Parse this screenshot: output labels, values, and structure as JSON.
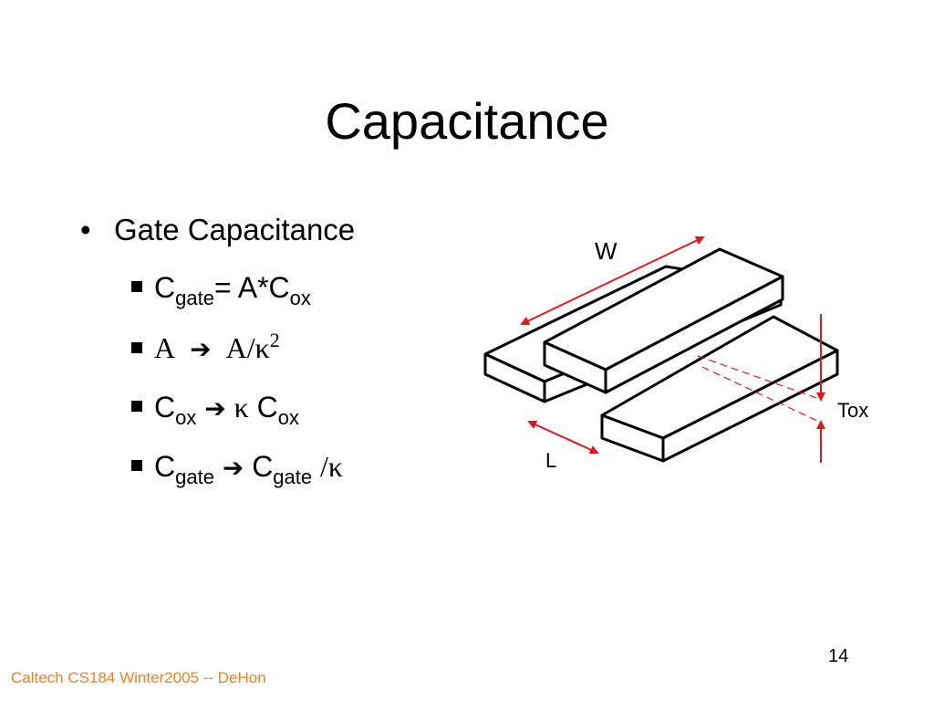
{
  "slide": {
    "title": "Capacitance",
    "bullet": "Gate Capacitance",
    "sub_bullets": {
      "b1": {
        "c": "C",
        "c_sub": "gate",
        "mid": "= A*C",
        "ox": "ox"
      },
      "b2": {
        "a": "A",
        "arrow": "➔",
        "a2": "A/",
        "kappa": "κ",
        "exp": "2"
      },
      "b3": {
        "c": "C",
        "c_sub": "ox",
        "arrow": "➔",
        "kappa": "κ",
        "c2": "C",
        "c2_sub": "ox"
      },
      "b4": {
        "c": "C",
        "c_sub": "gate",
        "arrow": "➔",
        "c2": "C",
        "c2_sub": "gate",
        "slash": "/",
        "kappa": "κ"
      }
    },
    "page_number": "14",
    "footer": "Caltech CS184 Winter2005 -- DeHon"
  },
  "diagram": {
    "labels": {
      "w": "W",
      "l": "L",
      "tox": "Tox"
    },
    "accent_color": "#e8141c",
    "footer_color": "#f2811d"
  }
}
